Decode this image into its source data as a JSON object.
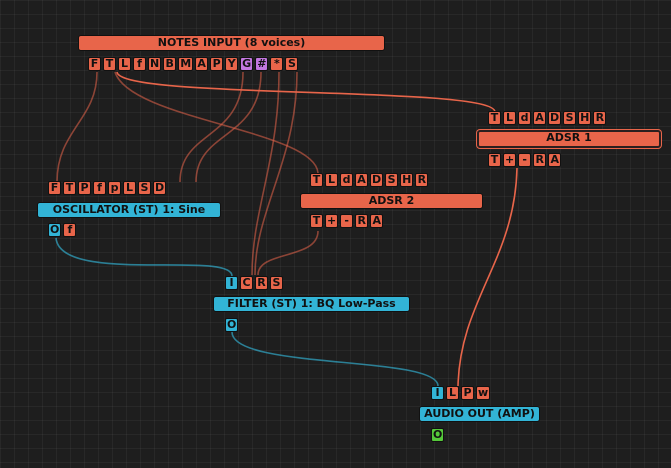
{
  "colors": {
    "background": "#1e1e1e",
    "control_module": "#e8654a",
    "audio_module": "#32b4d6",
    "wire_control": "#e8654a",
    "wire_audio": "#32b4d6",
    "port_pitch": "#c277e0",
    "port_output_master": "#55c83a"
  },
  "notes_input": {
    "title": "NOTES INPUT  (8 voices)",
    "ports": [
      "F",
      "T",
      "L",
      "f",
      "N",
      "B",
      "M",
      "A",
      "P",
      "Y",
      "G",
      "#",
      "*",
      "S"
    ]
  },
  "adsr1": {
    "title": "ADSR 1",
    "inputs": [
      "T",
      "L",
      "d",
      "A",
      "D",
      "S",
      "H",
      "R"
    ],
    "outputs": [
      "T",
      "+",
      "-",
      "R",
      "A"
    ]
  },
  "adsr2": {
    "title": "ADSR 2",
    "inputs": [
      "T",
      "L",
      "d",
      "A",
      "D",
      "S",
      "H",
      "R"
    ],
    "outputs": [
      "T",
      "+",
      "-",
      "R",
      "A"
    ]
  },
  "oscillator": {
    "title": "OSCILLATOR (ST) 1: Sine",
    "inputs": [
      "F",
      "T",
      "P",
      "f",
      "p",
      "L",
      "S",
      "D"
    ],
    "outputs": [
      "O",
      "f"
    ]
  },
  "filter": {
    "title": "FILTER (ST) 1: BQ Low-Pass",
    "inputs": [
      "I",
      "C",
      "R",
      "S"
    ],
    "outputs": [
      "O"
    ]
  },
  "audio_out": {
    "title": "AUDIO OUT (AMP)",
    "inputs": [
      "I",
      "L",
      "P",
      "w"
    ],
    "outputs": [
      "O"
    ]
  }
}
